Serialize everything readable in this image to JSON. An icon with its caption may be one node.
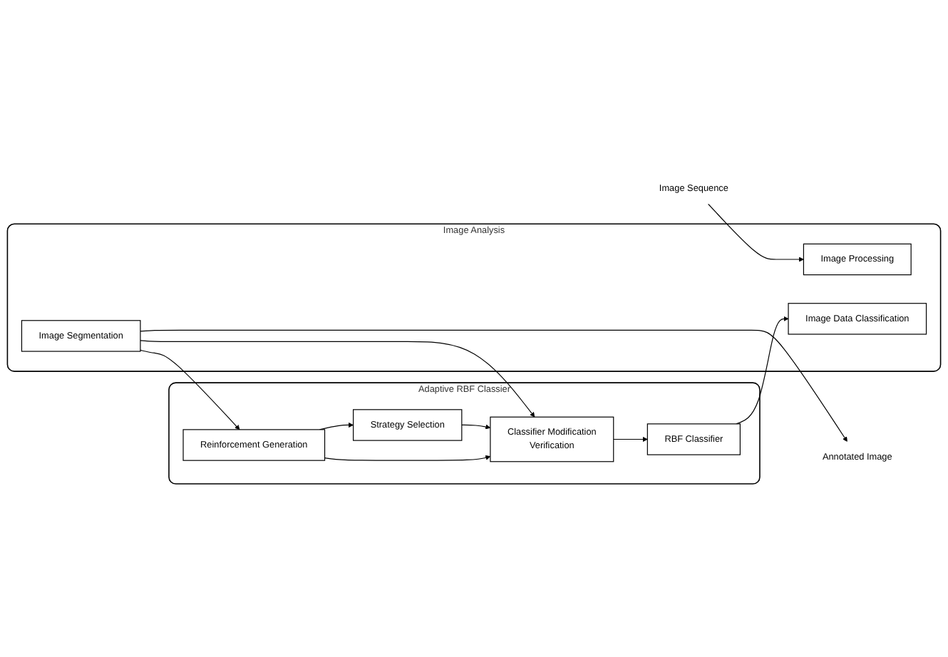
{
  "diagram": {
    "nodes": [
      {
        "text": [
          "Adaptive RBF Classier"
        ]
      },
      {
        "text": [
          "Strategy Selection"
        ],
        "in": 0
      },
      {
        "text": [
          "Classifier Modification",
          "Verification"
        ],
        "in": 0
      },
      {
        "text": [
          "RBF Classifier"
        ],
        "in": 0
      },
      {
        "text": [
          "Reinforcement Generation"
        ],
        "in": 0
      },
      {
        "text": [
          "Image Analysis"
        ]
      },
      {
        "text": [
          "Image Processing"
        ],
        "in": 5
      },
      {
        "text": [
          "Image Data Classification"
        ],
        "in": 5
      },
      {
        "text": [
          "Image Segmentation"
        ],
        "in": 5
      },
      {
        "text": [
          "Image Sequence"
        ]
      },
      {
        "text": [
          "Annotated Image"
        ]
      }
    ],
    "edges": [
      {
        "from": 4,
        "to": 1,
        "arrow": "to"
      },
      {
        "from": 1,
        "to": 2,
        "arrow": "to"
      },
      {
        "from": 4,
        "to": 2,
        "arrow": "to"
      },
      {
        "from": 2,
        "to": 3,
        "arrow": "to"
      },
      {
        "from": 3,
        "to": 7,
        "arrow": "to"
      },
      {
        "from": 8,
        "to": 2,
        "arrow": "to"
      },
      {
        "from": 8,
        "to": 4,
        "arrow": "to"
      },
      {
        "from": 9,
        "to": 6,
        "arrow": "to"
      },
      {
        "from": 8,
        "to": 10,
        "arrow": "to"
      }
    ]
  }
}
